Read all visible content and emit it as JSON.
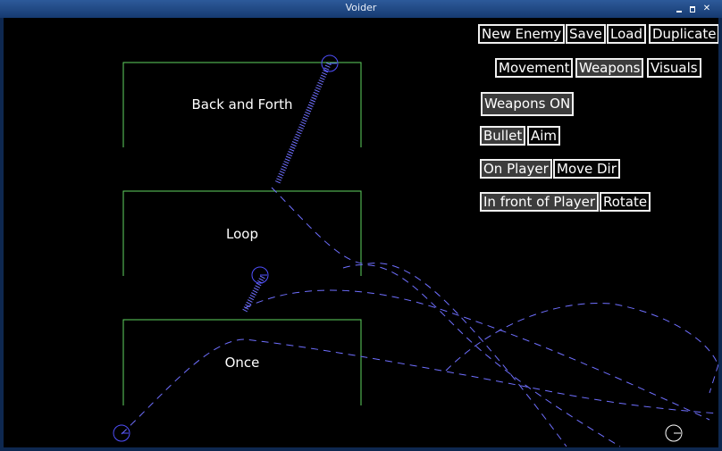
{
  "window": {
    "title": "Voider",
    "controls": [
      "minimize-icon",
      "maximize-icon",
      "close-icon"
    ]
  },
  "zones": [
    {
      "label": "Back and Forth"
    },
    {
      "label": "Loop"
    },
    {
      "label": "Once"
    }
  ],
  "toolbar": {
    "row1": {
      "new_enemy": "New Enemy",
      "save": "Save",
      "load": "Load",
      "duplicate": "Duplicate"
    },
    "row2": {
      "movement": "Movement",
      "weapons": "Weapons",
      "visuals": "Visuals"
    },
    "row3": {
      "weapons_on": "Weapons ON"
    },
    "row4": {
      "bullet": "Bullet",
      "aim": "Aim"
    },
    "row5": {
      "on_player": "On Player",
      "move_dir": "Move Dir"
    },
    "row6": {
      "in_front_of_player": "In front of Player",
      "rotate": "Rotate"
    }
  },
  "colors": {
    "zone_outline": "#5fd35f",
    "path_trail": "#6f6fff",
    "enemy_marker": "#5050ff",
    "player_marker": "#ffffff",
    "button_border": "#f0f0f0",
    "button_active_bg": "#3c3c3c",
    "canvas_bg": "#000000"
  }
}
